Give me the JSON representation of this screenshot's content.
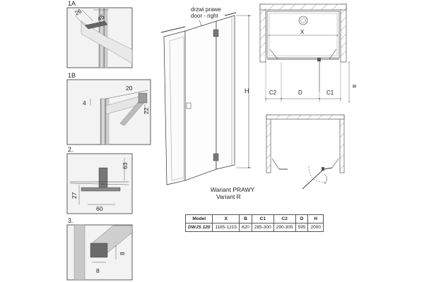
{
  "details": {
    "d1a": {
      "label": "1A",
      "dim_a": "26",
      "dim_b": "45"
    },
    "d1b": {
      "label": "1B",
      "dim_a": "20",
      "dim_b": "4",
      "dim_c": "22"
    },
    "d2": {
      "label": "2.",
      "dim_a": "63",
      "dim_b": "27",
      "dim_c": "60"
    },
    "d3": {
      "label": "3.",
      "dim_a": "8",
      "dim_b": "8"
    }
  },
  "door": {
    "label_line1": "drzwi prawe",
    "label_line2": "door - right",
    "height_label": "H",
    "variant_line1": "Wariant PRAWY",
    "variant_line2": "Variant R"
  },
  "plan": {
    "x_label": "X",
    "b_label": "B",
    "c2_label": "C2",
    "d_label": "D",
    "c1_label": "C1"
  },
  "table": {
    "headers": [
      "Model",
      "X",
      "B",
      "C1",
      "C2",
      "D",
      "H"
    ],
    "row": [
      "DWJS 120",
      "1185-1215",
      "620",
      "285-300",
      "290-305",
      "595",
      "2000"
    ]
  }
}
